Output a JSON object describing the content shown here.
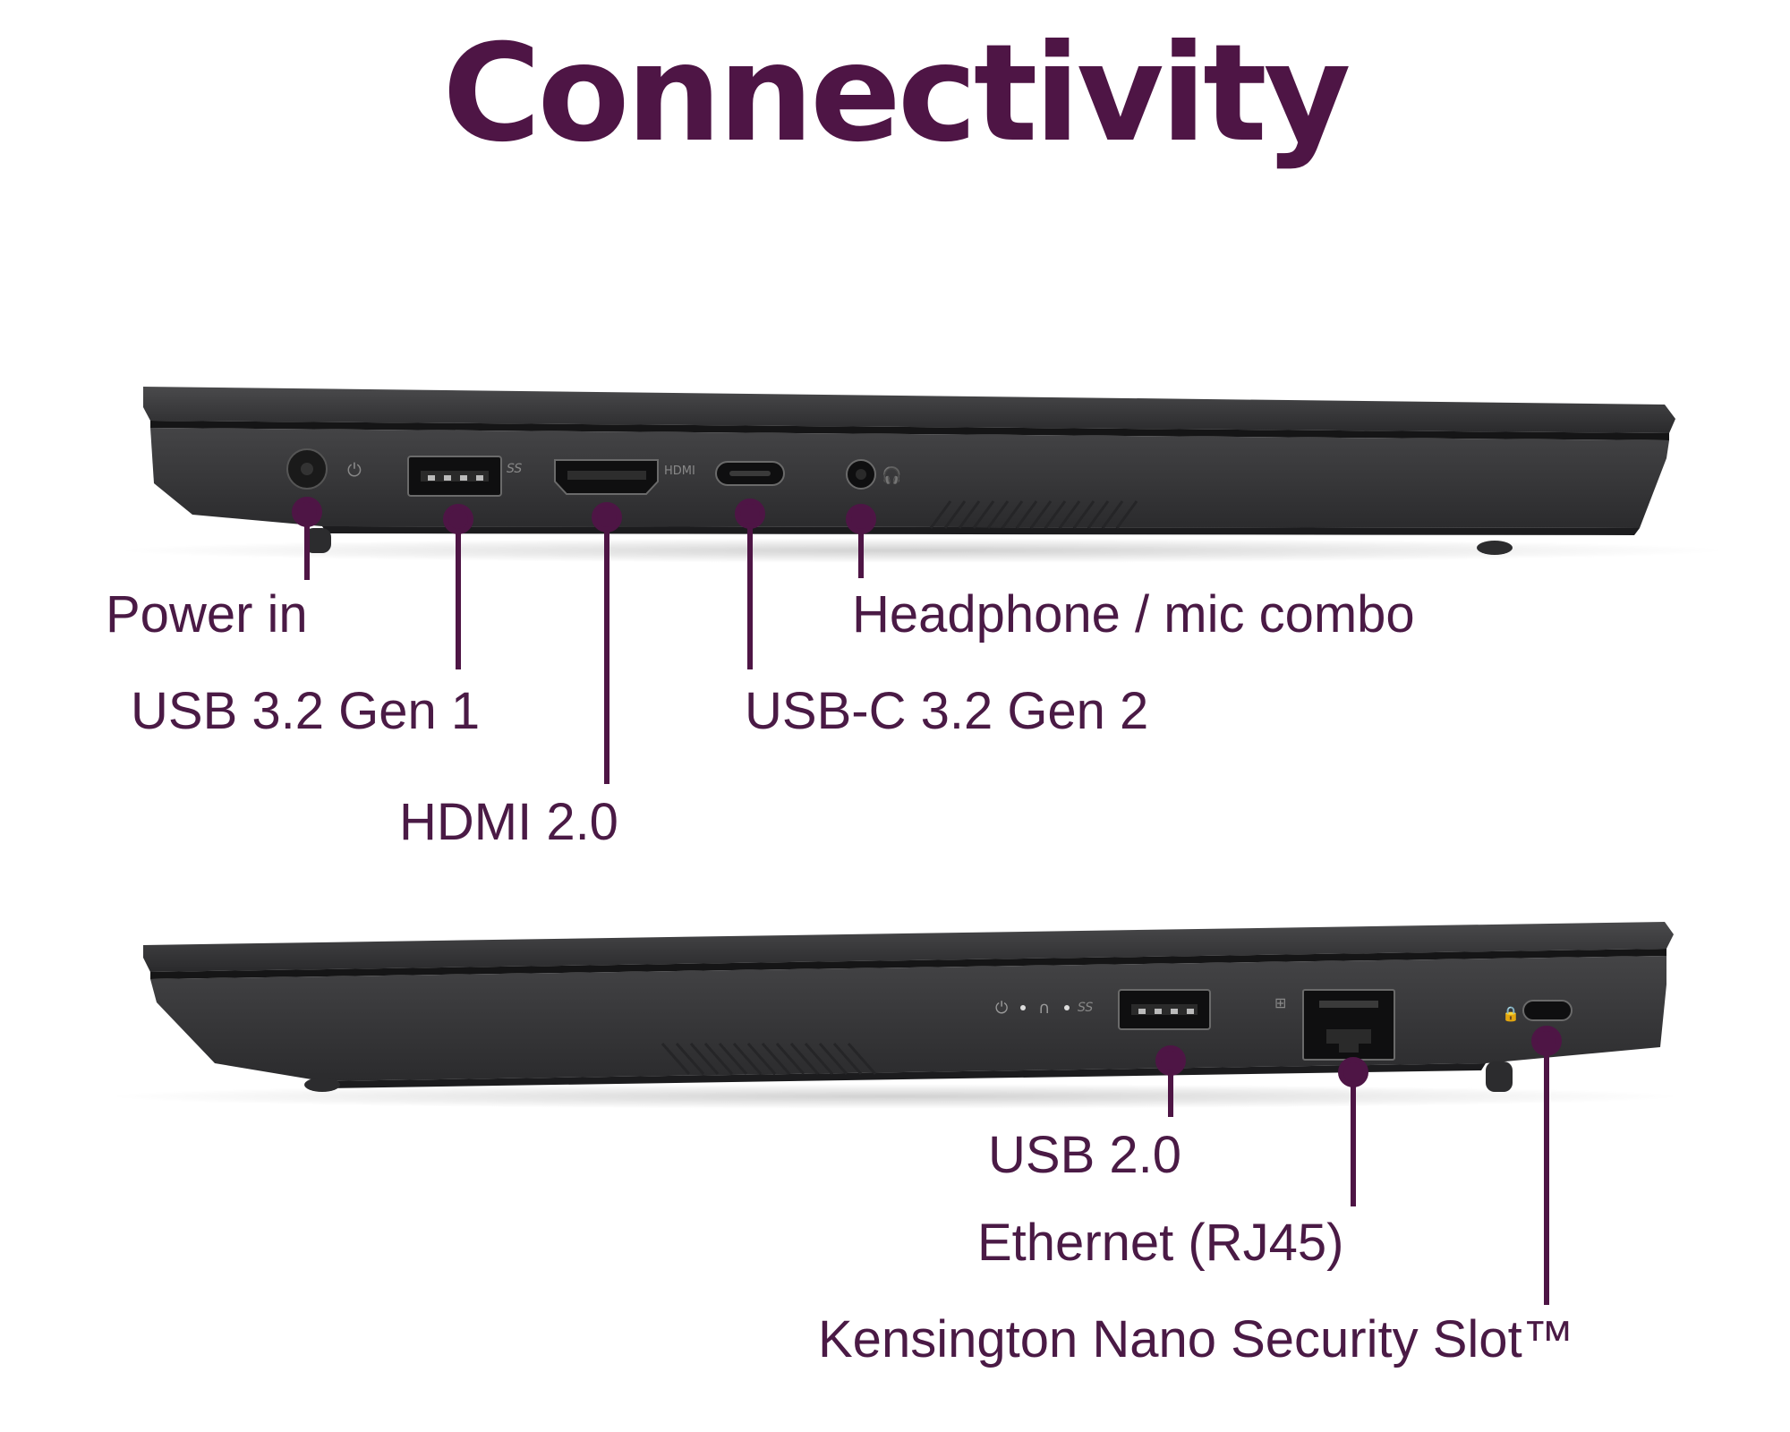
{
  "title": "Connectivity",
  "colors": {
    "accent": "#4e1545",
    "laptop": "#3a3a3c",
    "laptop_dark": "#1f1f21"
  },
  "left_side": {
    "port_marks": {
      "usb_a": "SS",
      "hdmi": "HDMI"
    },
    "labels": [
      {
        "key": "power",
        "text": "Power in"
      },
      {
        "key": "usb32",
        "text": "USB 3.2 Gen 1"
      },
      {
        "key": "hdmi",
        "text": "HDMI 2.0"
      },
      {
        "key": "usbc",
        "text": "USB-C 3.2 Gen 2"
      },
      {
        "key": "audio",
        "text": "Headphone / mic combo"
      }
    ]
  },
  "right_side": {
    "port_marks": {
      "usb_a": "SS"
    },
    "labels": [
      {
        "key": "usb20",
        "text": "USB 2.0"
      },
      {
        "key": "ethernet",
        "text": "Ethernet (RJ45)"
      },
      {
        "key": "kensington",
        "text": "Kensington Nano Security Slot™"
      }
    ]
  }
}
